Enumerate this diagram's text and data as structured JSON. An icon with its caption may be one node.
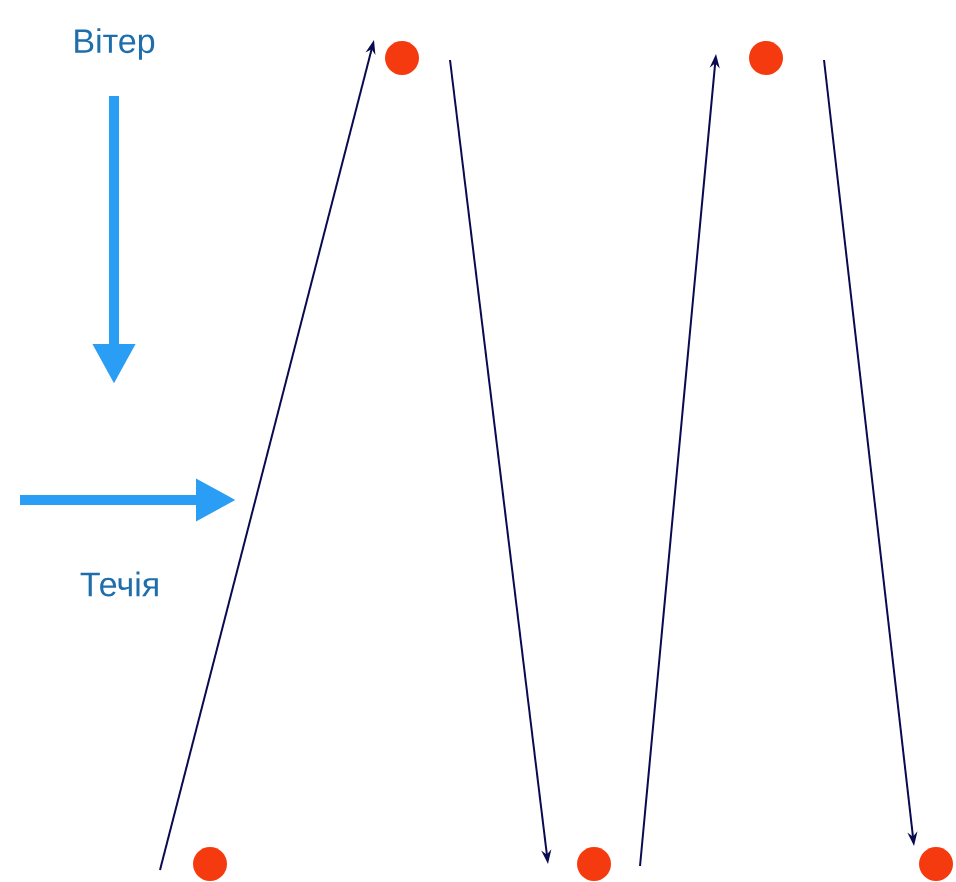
{
  "diagram": {
    "nodes": [
      {
        "text": [],
        "shape": "circle"
      },
      {
        "text": [],
        "shape": "circle"
      },
      {
        "text": [],
        "shape": "circle"
      },
      {
        "text": [],
        "shape": "circle"
      },
      {
        "text": [],
        "shape": "circle"
      }
    ],
    "edges": [
      {
        "from": 0,
        "to": 1,
        "arrow": "to"
      },
      {
        "from": 1,
        "to": 2,
        "arrow": "to"
      },
      {
        "from": 2,
        "to": 3,
        "arrow": "to"
      },
      {
        "from": 3,
        "to": 4,
        "arrow": "to"
      }
    ],
    "labels": [
      "Вітер",
      "Течія"
    ]
  }
}
